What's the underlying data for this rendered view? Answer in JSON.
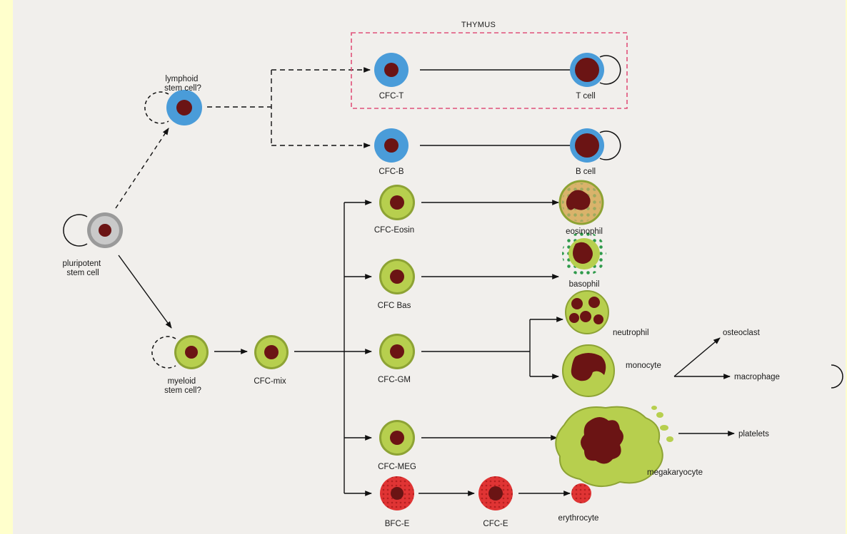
{
  "colors": {
    "lymphoid": "#4a9cd9",
    "myeloid": "#b7cf4e",
    "erythroid": "#e03434",
    "nucleus": "#6b1414",
    "thymus_border": "#e0507a",
    "page_background": "#ffffcc"
  },
  "labels": {
    "thymus": "THYMUS",
    "lymphoid_stem": [
      "lymphoid",
      "stem cell?"
    ],
    "pluripotent": [
      "pluripotent",
      "stem cell"
    ],
    "myeloid_stem": [
      "myeloid",
      "stem cell?"
    ],
    "cfc_mix": "CFC-mix",
    "cfc_t": "CFC-T",
    "t_cell": "T cell",
    "cfc_b": "CFC-B",
    "b_cell": "B cell",
    "cfc_eosin": "CFC-Eosin",
    "eosinophil": "eosinophil",
    "cfc_bas": "CFC Bas",
    "basophil": "basophil",
    "cfc_gm": "CFC-GM",
    "neutrophil": "neutrophil",
    "monocyte": "monocyte",
    "osteoclast": "osteoclast",
    "macrophage": "macrophage",
    "cfc_meg": "CFC-MEG",
    "megakaryocyte": "megakaryocyte",
    "platelets": "platelets",
    "bfc_e": "BFC-E",
    "cfc_e": "CFC-E",
    "erythrocyte": "erythrocyte"
  }
}
